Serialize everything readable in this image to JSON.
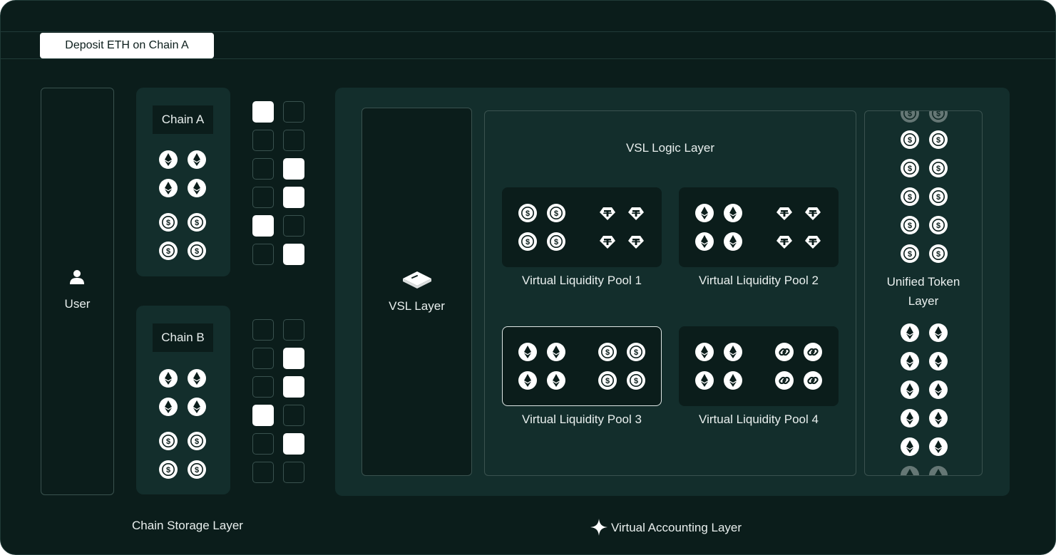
{
  "step_label": "Deposit ETH on Chain A",
  "user": {
    "label": "User",
    "icon": "user-icon"
  },
  "chains": [
    {
      "name": "Chain A",
      "tokens": [
        "eth",
        "eth",
        "eth",
        "eth",
        "usdc",
        "usdc",
        "usdc",
        "usdc"
      ],
      "storage_slots": [
        true,
        false,
        false,
        false,
        false,
        true,
        false,
        true,
        true,
        false,
        false,
        true
      ]
    },
    {
      "name": "Chain B",
      "tokens": [
        "eth",
        "eth",
        "eth",
        "eth",
        "usdc",
        "usdc",
        "usdc",
        "usdc"
      ],
      "storage_slots": [
        false,
        false,
        false,
        true,
        false,
        true,
        true,
        false,
        false,
        true,
        false,
        false
      ]
    }
  ],
  "chain_storage_label": "Chain Storage Layer",
  "vsl_layer": {
    "label": "VSL Layer",
    "icon": "ledger-icon"
  },
  "logic_layer": {
    "label": "VSL Logic Layer",
    "pools": [
      {
        "name": "Virtual Liquidity Pool 1",
        "left_token": "usdc",
        "right_token": "usdt",
        "selected": false
      },
      {
        "name": "Virtual Liquidity Pool 2",
        "left_token": "eth",
        "right_token": "usdt",
        "selected": false
      },
      {
        "name": "Virtual Liquidity Pool 3",
        "left_token": "eth",
        "right_token": "usdc",
        "selected": true
      },
      {
        "name": "Virtual Liquidity Pool 4",
        "left_token": "eth",
        "right_token": "link",
        "selected": false
      }
    ]
  },
  "unified_token": {
    "label_line1": "Unified Token",
    "label_line2": "Layer",
    "top_token": "usdc",
    "bottom_token": "eth"
  },
  "virtual_accounting_label": "Virtual Accounting Layer",
  "colors": {
    "background": "#0b1d1b",
    "panel": "#132e2c",
    "outline": "#3a524f",
    "accent": "#ffffff"
  }
}
